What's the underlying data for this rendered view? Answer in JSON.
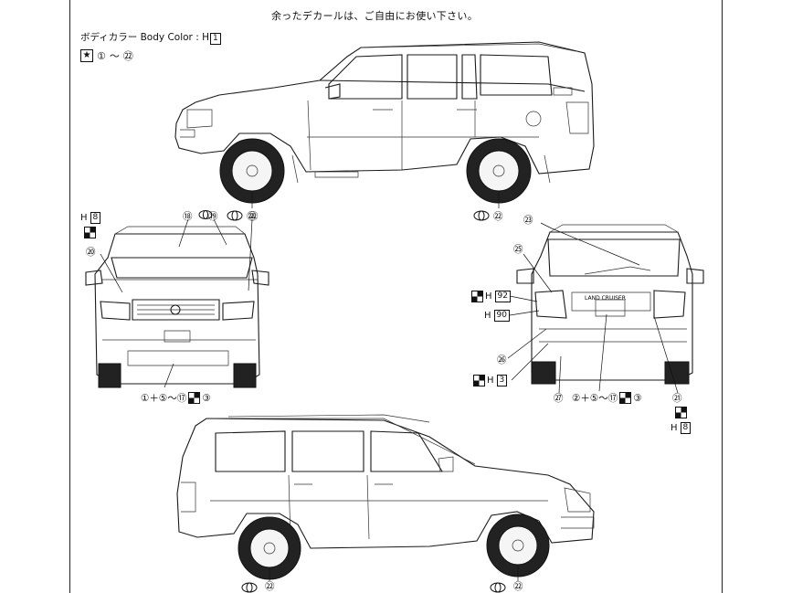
{
  "header": {
    "note": "余ったデカールは、ご自由にお使い下さい。",
    "body_color_label": "ボディカラー Body Color : H",
    "body_color_code": "1",
    "decal_range_from": "①",
    "decal_range_sep": "～",
    "decal_range_to": "㉒"
  },
  "side_top": {
    "front_wheel_label": "㉒",
    "rear_wheel_label": "㉒"
  },
  "front_view": {
    "paint_ref_code": "8",
    "label_18": "⑱",
    "label_19": "⑲",
    "label_22": "㉒",
    "label_20": "⑳",
    "bottom_label_a": "①＋⑤～⑰",
    "bottom_label_b": "③"
  },
  "rear_view": {
    "label_23": "㉓",
    "label_25": "㉕",
    "paint_92": "92",
    "paint_90": "90",
    "label_26": "㉖",
    "paint_3": "3",
    "label_27": "㉗",
    "bottom_label_a": "②＋⑤～⑰",
    "bottom_label_b": "③",
    "label_21": "㉑",
    "paint_8": "8",
    "emblem_text": "LAND CRUISER"
  },
  "side_bottom": {
    "front_wheel_label": "㉒",
    "rear_wheel_label": "㉒"
  },
  "icons": [
    "star-icon",
    "toyota-logo-icon",
    "checker-decal-icon"
  ]
}
